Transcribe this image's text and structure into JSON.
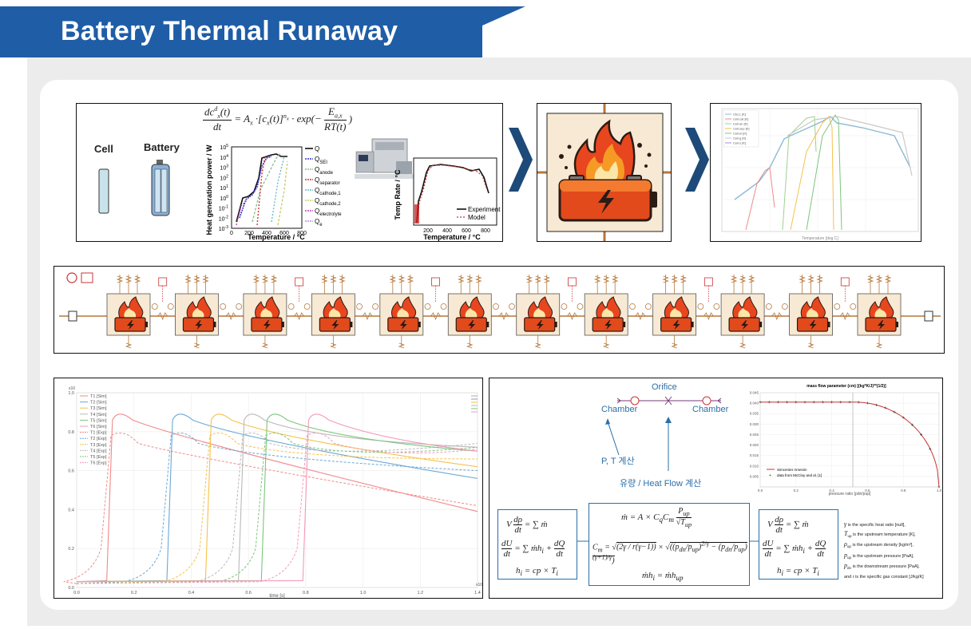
{
  "header": {
    "title": "Battery Thermal Runaway"
  },
  "model_panel": {
    "equation": {
      "lhs_num": "dc",
      "lhs_den": "dt",
      "rhs": "= A",
      "exp_num": "E",
      "exp_den": "RT(t)"
    },
    "cell_label": "Cell",
    "battery_label": "Battery",
    "heat_chart": {
      "ylabel": "Heat generation power / W",
      "xlabel": "Temperature / °C",
      "yticks": [
        "10",
        "10",
        "10",
        "10",
        "10",
        "10",
        "10",
        "10",
        "10"
      ],
      "yexp": [
        "-3",
        "-2",
        "-1",
        "0",
        "1",
        "2",
        "3",
        "4",
        "5"
      ],
      "xticks": [
        "0",
        "200",
        "400",
        "600",
        "800"
      ],
      "legend": [
        "Q",
        "Q",
        "Q",
        "Q",
        "Q",
        "Q",
        "Q",
        "Q"
      ],
      "legend_sub": [
        "",
        "SEI",
        "anode",
        "separator",
        "cathode,1",
        "cathode,2",
        "electrolyte",
        "e"
      ]
    },
    "temp_chart": {
      "ylabel": "Temp Rate / °C",
      "xlabel": "Temperature / °C",
      "xticks": [
        "200",
        "400",
        "600",
        "800"
      ],
      "legend": [
        "Experiment",
        "Model"
      ]
    }
  },
  "sim_panel": {
    "legend": [
      "CELL [K]",
      "Cell.cat [K]",
      "Cell.an [K]",
      "Cell.sep [K]",
      "Cell.el [K]",
      "Cell.g [K]",
      "Cell.s [K]"
    ],
    "xlabel": "Temperature [deg C]"
  },
  "circuit": {
    "cells": 12
  },
  "runaway_chart": {
    "legend": [
      "T1 [Sim]",
      "T2 [Sim]",
      "T3 [Sim]",
      "T4 [Sim]",
      "T5 [Sim]",
      "T6 [Sim]",
      "T1 [Exp]",
      "T2 [Exp]",
      "T3 [Exp]",
      "T4 [Exp]",
      "T5 [Exp]",
      "T6 [Exp]"
    ],
    "colors": [
      "#f08a8a",
      "#6aa8d6",
      "#f5c24a",
      "#b9b9b9",
      "#7cc67c",
      "#f39ab8"
    ],
    "yticks": [
      "0.0",
      "0.2",
      "0.4",
      "0.6",
      "0.8",
      "1.0"
    ],
    "xticks": [
      "0.0",
      "0.2",
      "0.4",
      "0.6",
      "0.8",
      "1.0",
      "1.2",
      "1.4"
    ],
    "xlabel": "time [s]",
    "yscale": "x10",
    "xscale": "x10"
  },
  "orifice": {
    "title": "Orifice",
    "chamber_left": "Chamber",
    "chamber_right": "Chamber",
    "pt_label": "P, T 계산",
    "flow_label": "유량 / Heat Flow 계산"
  },
  "mass_chart": {
    "title": "mass flow parameter (cm) [(kg*K/J)**(1/2)]",
    "yticks": [
      "0.005",
      "0.010",
      "0.015",
      "0.020",
      "0.025",
      "0.030",
      "0.035",
      "0.040",
      "0.045"
    ],
    "xticks": [
      "0.0",
      "0.2",
      "0.4",
      "0.6",
      "0.8",
      "1.0"
    ],
    "xlabel": "pressure ratio [pdn/pup]",
    "legend": [
      "Simcenter Amesim",
      "data from McCloy and al. [1]"
    ]
  },
  "definitions": [
    {
      "sym": "γ",
      "text": "is the specific heat ratio [null],"
    },
    {
      "sym": "T",
      "sub": "up",
      "text": "is the upstream temperature [K],"
    },
    {
      "sym": "ρ",
      "sub": "up",
      "text": "is the upstream density [kg/m³],"
    },
    {
      "sym": "p",
      "sub": "up",
      "text": "is the upstream pressure [PaA],"
    },
    {
      "sym": "p",
      "sub": "dn",
      "text": "is the downstream pressure [PaA],"
    },
    {
      "sym": "",
      "text": "and r is the specific gas constant [J/kg/K]"
    }
  ]
}
